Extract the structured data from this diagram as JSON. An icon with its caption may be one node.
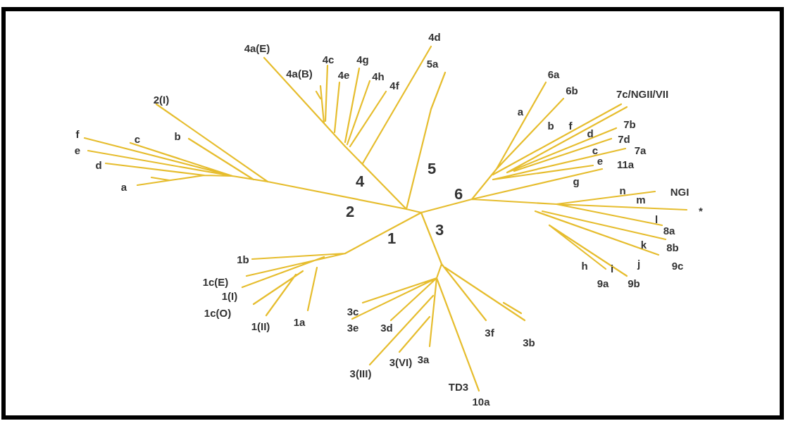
{
  "diagram": {
    "labels": [
      "4a(E)",
      "4d",
      "4c",
      "4g",
      "5a",
      "4a(B)",
      "4e",
      "4h",
      "4f",
      "6a",
      "6b",
      "2(I)",
      "7c/NGII/VII",
      "a",
      "b",
      "f",
      "7b",
      "f",
      "c",
      "b",
      "d",
      "7d",
      "e",
      "c",
      "7a",
      "d",
      "e",
      "11a",
      "4",
      "5",
      "g",
      "a",
      "n",
      "NGI",
      "6",
      "m",
      "*",
      "2",
      "l",
      "8a",
      "1",
      "3",
      "k",
      "8b",
      "1b",
      "h",
      "i",
      "j",
      "9c",
      "1c(E)",
      "9a",
      "9b",
      "1(I)",
      "3c",
      "1c(O)",
      "1(II)",
      "1a",
      "3e",
      "3d",
      "3f",
      "3b",
      "3a",
      "3(VI)",
      "3(III)",
      "TD3",
      "10a"
    ]
  }
}
